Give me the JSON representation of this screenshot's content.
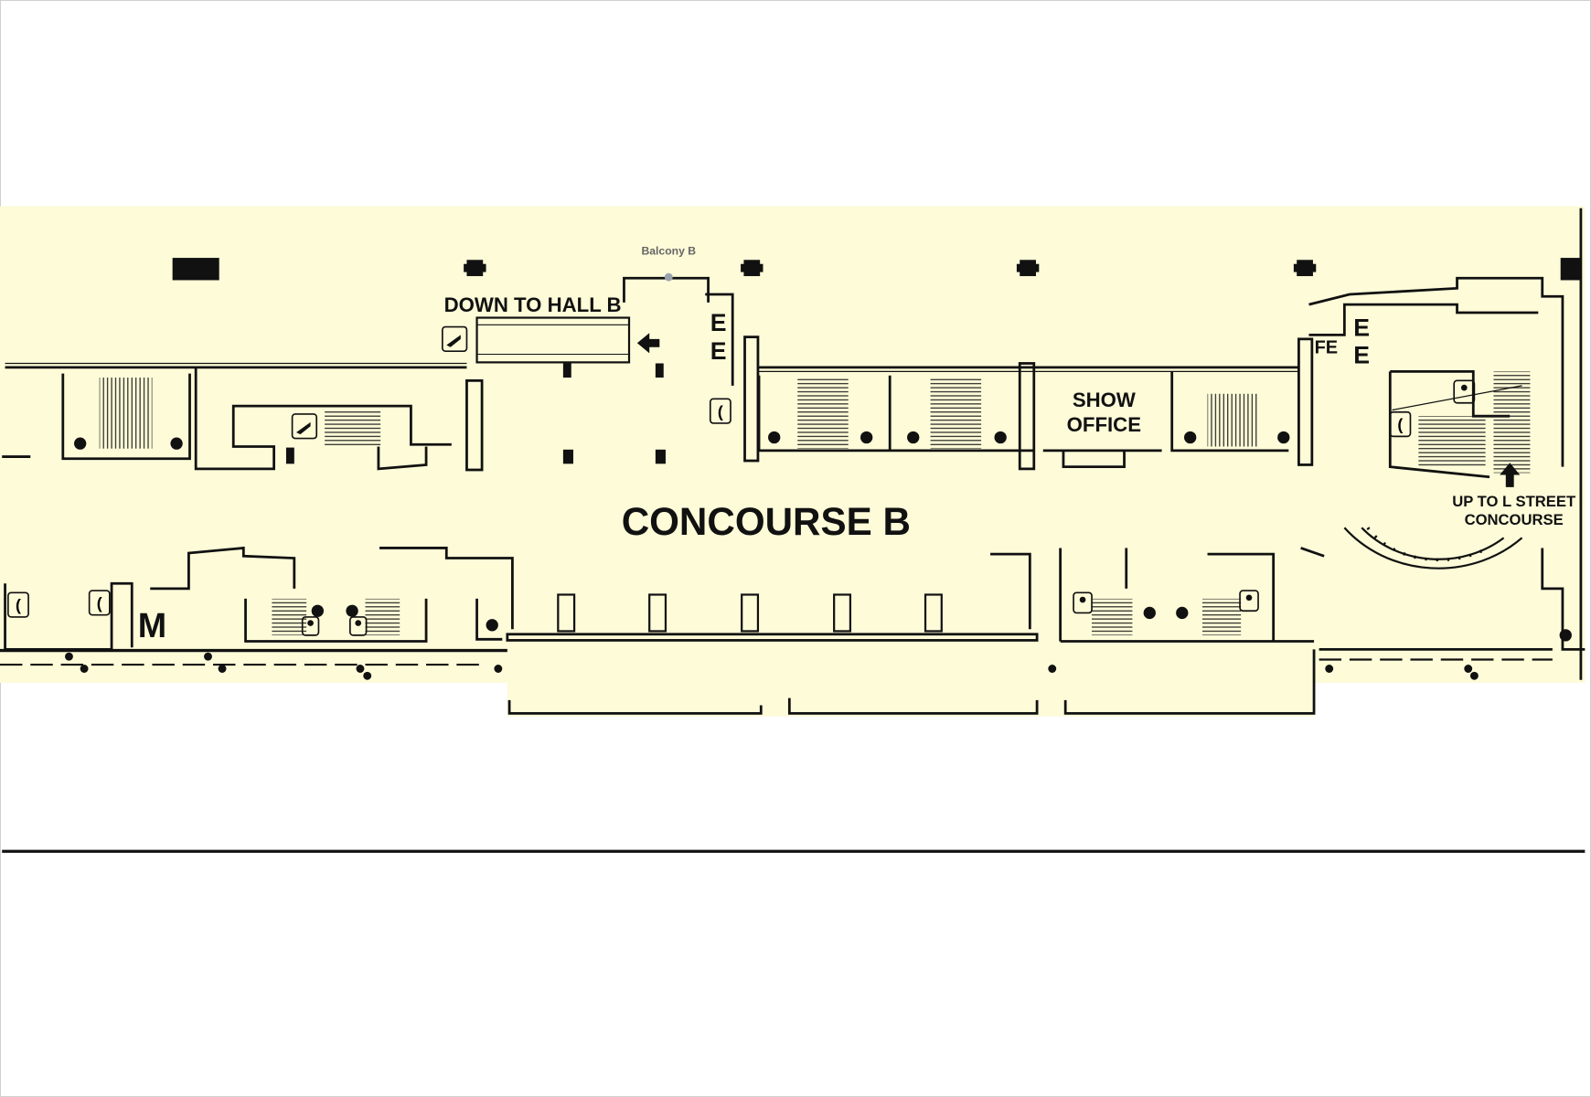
{
  "map": {
    "balcony_label": "Balcony B",
    "escalator_down_label": "DOWN TO HALL B",
    "concourse_label": "CONCOURSE B",
    "show_office_line1": "SHOW",
    "show_office_line2": "OFFICE",
    "up_label_line1": "UP TO L STREET",
    "up_label_line2": "CONCOURSE",
    "elevator_letter": "E",
    "fire_extinguisher_label": "FE",
    "meeting_room_label": "M"
  },
  "colors": {
    "floor": "#fdfbd8",
    "walls": "#111111",
    "balcony_marker": "#9aa3ad"
  }
}
